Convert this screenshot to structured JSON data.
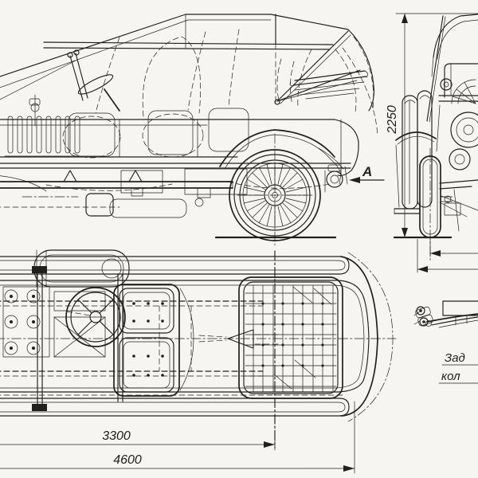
{
  "colors": {
    "paper": "#f6f5f1",
    "ink": "#21201d"
  },
  "annotations": {
    "view_arrow_label": "A",
    "detail_caption_line1": "Зад",
    "detail_caption_line2": "кол"
  },
  "dimensions": {
    "overall_height_mm": "2250",
    "wheelbase_mm": "3300",
    "overall_length_mm": "4600"
  }
}
